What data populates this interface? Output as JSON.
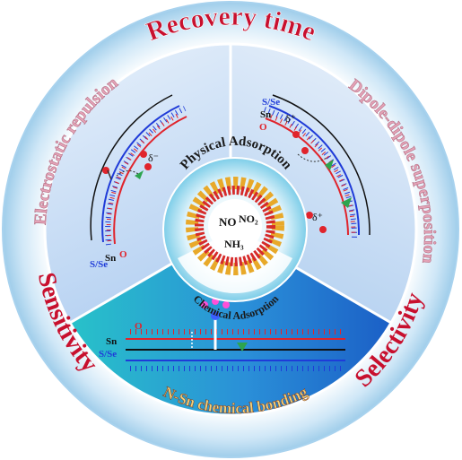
{
  "outer_labels": {
    "top": "Recovery time",
    "left": "Sensitivity",
    "right": "Selectivity"
  },
  "sectors": {
    "left": {
      "title": "Electrostatic repulsion",
      "labels": {
        "chalcogen": "S/Se",
        "metal": "Sn",
        "oxygen": "O"
      },
      "charge": "δ⁻"
    },
    "right": {
      "title": "Dipole-dipole superposition",
      "labels": {
        "chalcogen": "S/Se",
        "metal": "Sn",
        "oxygen": "O"
      },
      "charge_top": "δ⁺",
      "charge_bottom": "δ⁺"
    },
    "bottom": {
      "title": "N-Sn chemical bonding",
      "labels": {
        "oxygen": "O",
        "metal": "Sn",
        "chalcogen": "S/Se"
      }
    }
  },
  "center": {
    "top_arc": "Physical Adsorption",
    "bottom_arc": "Chemical Adsorption",
    "gases": [
      "NO",
      "NO₂",
      "NH₃"
    ]
  },
  "colors": {
    "title_red": "#c8102e",
    "sector_text_pink": "#e3a2b6",
    "bottom_text": "#7a3a1e",
    "blue_strand": "#1f3bd8",
    "red_strand": "#e0242c",
    "rim": "#b8dcf2"
  }
}
